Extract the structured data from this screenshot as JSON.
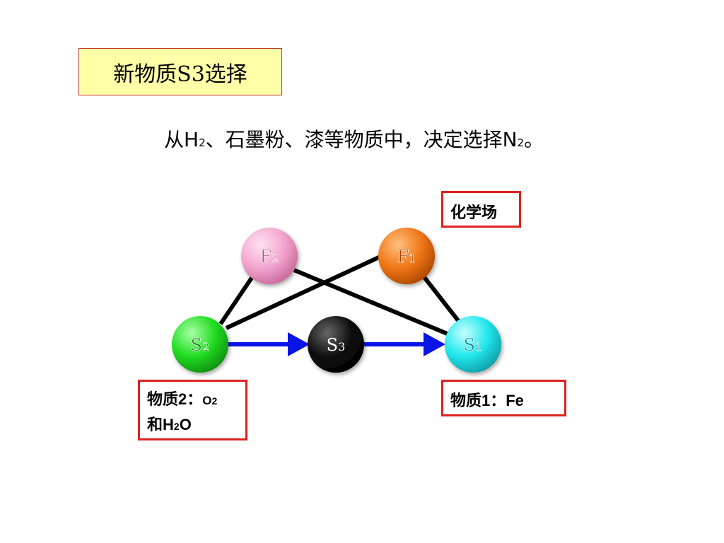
{
  "title": "新物质S3选择",
  "statement": {
    "part1": "从H",
    "sub1": "2",
    "part2": "、石墨粉、漆等物质中，决定选择N",
    "sub2": "2",
    "part3": "。"
  },
  "field_label": "化学场",
  "nodes": {
    "F2": {
      "letter": "F",
      "sub": "2",
      "color": "#f4a6cf"
    },
    "F1": {
      "letter": "F",
      "sub": "1",
      "color": "#f07818"
    },
    "S2": {
      "letter": "S",
      "sub": "2",
      "color": "#22dd22"
    },
    "S3": {
      "letter": "S",
      "sub": "3",
      "color": "#111111"
    },
    "S1": {
      "letter": "S",
      "sub": "1",
      "color": "#22e8ee"
    }
  },
  "substance2": {
    "line1": "物质2：",
    "o": "O",
    "o_sub": "2",
    "line2a": "和H",
    "h_sub": "2",
    "line2b": "O"
  },
  "substance1": "物质1：Fe",
  "colors": {
    "link": "#000000",
    "arrow": "#0a14e6",
    "box_border": "#e02020",
    "title_bg": "#ffffa8"
  }
}
